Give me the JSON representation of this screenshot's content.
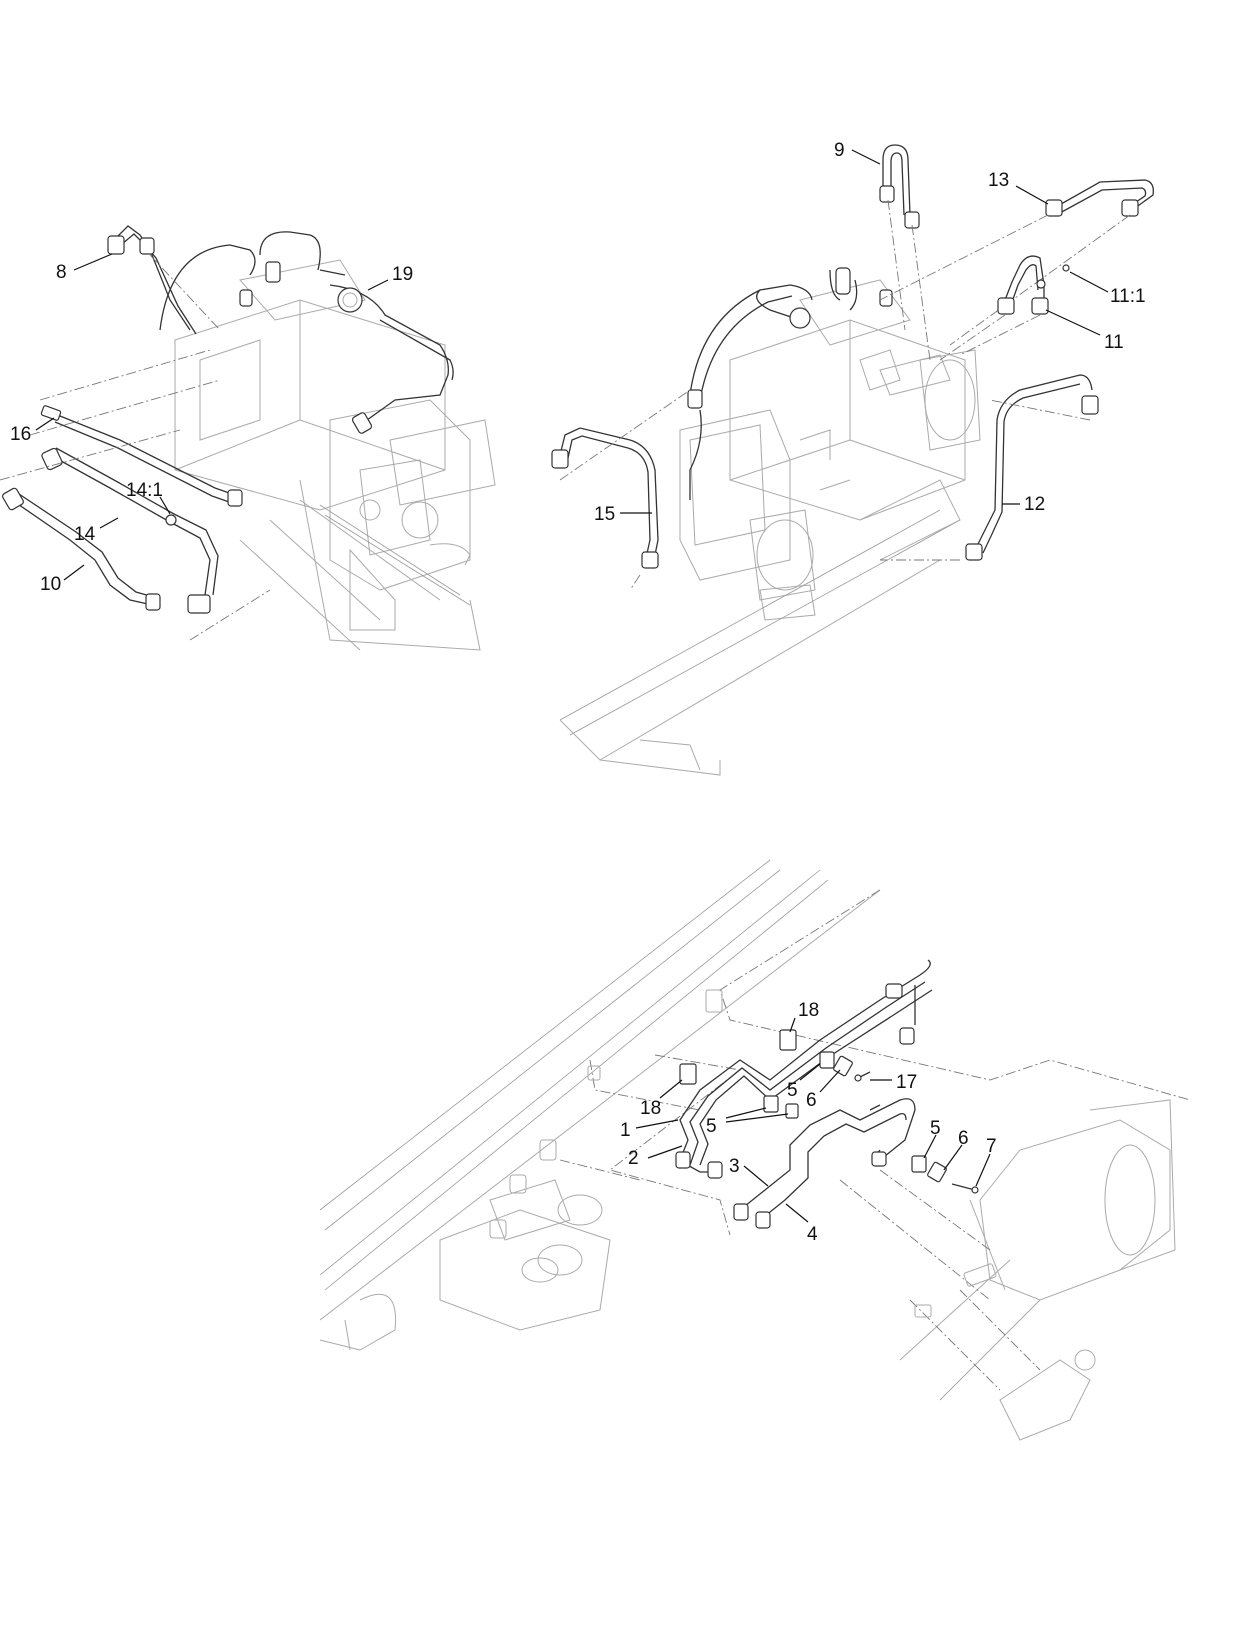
{
  "callouts": {
    "c1": "1",
    "c2": "2",
    "c3": "3",
    "c4": "4",
    "c5a": "5",
    "c5b": "5",
    "c5c": "5",
    "c6a": "6",
    "c6b": "6",
    "c7": "7",
    "c8": "8",
    "c9": "9",
    "c10": "10",
    "c11": "11",
    "c11_1": "11:1",
    "c12": "12",
    "c13": "13",
    "c14": "14",
    "c14_1": "14:1",
    "c15": "15",
    "c16": "16",
    "c17": "17",
    "c18a": "18",
    "c18b": "18",
    "c19": "19"
  }
}
